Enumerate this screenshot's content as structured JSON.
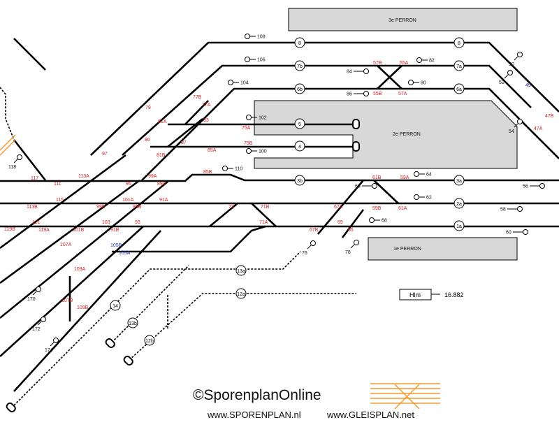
{
  "platforms": [
    {
      "id": "perron-3e",
      "label": "3e PERRON"
    },
    {
      "id": "perron-2e",
      "label": "2e PERRON"
    },
    {
      "id": "perron-1e",
      "label": "1e PERRON"
    }
  ],
  "tracks": [
    "8",
    "7b",
    "6b",
    "5",
    "4",
    "3b",
    "3a",
    "2a",
    "1a",
    "7a",
    "6a",
    "8",
    "13a",
    "12a",
    "14",
    "13b",
    "12b"
  ],
  "signals": [
    "108",
    "106",
    "104",
    "102",
    "100",
    "110",
    "84",
    "86",
    "82",
    "80",
    "64",
    "66",
    "62",
    "68",
    "76",
    "78",
    "50",
    "52",
    "54",
    "56",
    "58",
    "60",
    "118",
    "170",
    "172",
    "174"
  ],
  "switches_red": [
    "57B",
    "55A",
    "55B",
    "57A",
    "77B",
    "77A",
    "75A",
    "75B",
    "83",
    "85A",
    "85B",
    "87",
    "79",
    "81A",
    "81B",
    "86",
    "97",
    "117",
    "111",
    "113A",
    "95",
    "99A",
    "89A",
    "113B",
    "115",
    "99B",
    "101A",
    "89B",
    "91A",
    "73",
    "71B",
    "67A",
    "61B",
    "59A",
    "59B",
    "61A",
    "119B",
    "121",
    "119A",
    "101B",
    "103",
    "91B",
    "93",
    "71A",
    "67B",
    "69",
    "65",
    "107A",
    "107B",
    "109A",
    "109B",
    "47B",
    "47A",
    "49"
  ],
  "switches_blue": [
    "105B",
    "105A",
    "49"
  ],
  "km_marker": {
    "code": "Hlm",
    "value": "16.882"
  },
  "footer": {
    "brand": "©SporenplanOnline",
    "url_left": "www.SPORENPLAN.nl",
    "url_right": "www.GLEISPLAN.net"
  }
}
